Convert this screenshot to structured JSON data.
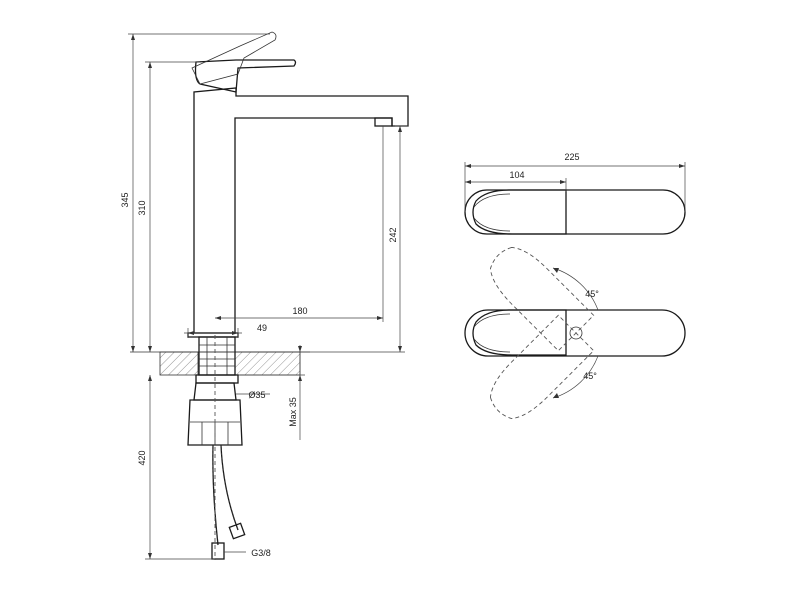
{
  "side_view": {
    "dim_total_height": "345",
    "dim_spout_top": "310",
    "dim_outlet_height": "242",
    "dim_reach": "180",
    "dim_base": "49",
    "dim_thread_diameter": "Ø35",
    "dim_max_deck": "Max 35",
    "dim_hose_length": "420",
    "dim_connection": "G3/8"
  },
  "top_view": {
    "dim_overall_length": "225",
    "dim_handle_length": "104"
  },
  "rotation_view": {
    "angle_up": "45°",
    "angle_down": "45°"
  }
}
